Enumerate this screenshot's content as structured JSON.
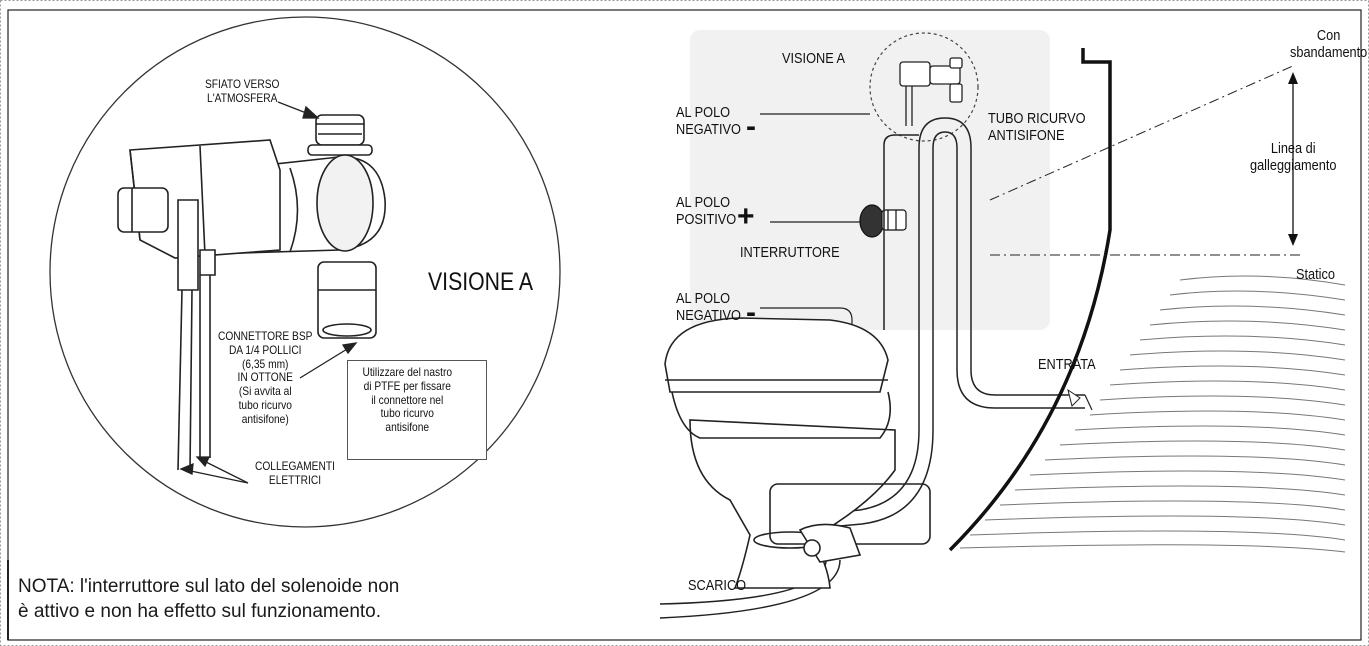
{
  "left_panel": {
    "vent_label": [
      "SFIATO VERSO",
      "L'ATMOSFERA"
    ],
    "view_title": "VISIONE A",
    "connector_label": [
      "CONNETTORE BSP",
      "DA 1/4 POLLICI",
      "(6,35 mm)",
      "IN OTTONE",
      "(Si avvita al",
      "tubo ricurvo",
      "antisifone)"
    ],
    "ptfe_note": [
      "Utilizzare del nastro",
      "di PTFE per fissare",
      "il connettore nel",
      "tubo ricurvo",
      "antisifone"
    ],
    "electrical_label": [
      "COLLEGAMENTI",
      "ELETTRICI"
    ],
    "note": [
      "NOTA: l'interruttore sul lato del solenoide non",
      "è attivo e non ha effetto sul funzionamento."
    ]
  },
  "right_panel": {
    "view_a": "VISIONE A",
    "neg_top": [
      "AL POLO",
      "NEGATIVO"
    ],
    "minus_sign": "-",
    "pos": [
      "AL POLO",
      "POSITIVO"
    ],
    "plus_sign": "+",
    "switch_label": "INTERRUTTORE",
    "neg_bottom": [
      "AL POLO",
      "NEGATIVO"
    ],
    "minus_sign_2": "-",
    "siphon_label": [
      "TUBO RICURVO",
      "ANTISIFONE"
    ],
    "heel_label": [
      "Con",
      "sbandamento"
    ],
    "waterline_label": [
      "Linea di",
      "galleggiamento"
    ],
    "static_label": "Statico",
    "inlet_label": "ENTRATA",
    "discharge_label": "SCARICO"
  },
  "colors": {
    "ink": "#111111",
    "water_hatch": "#777777",
    "frame": "#999999"
  }
}
